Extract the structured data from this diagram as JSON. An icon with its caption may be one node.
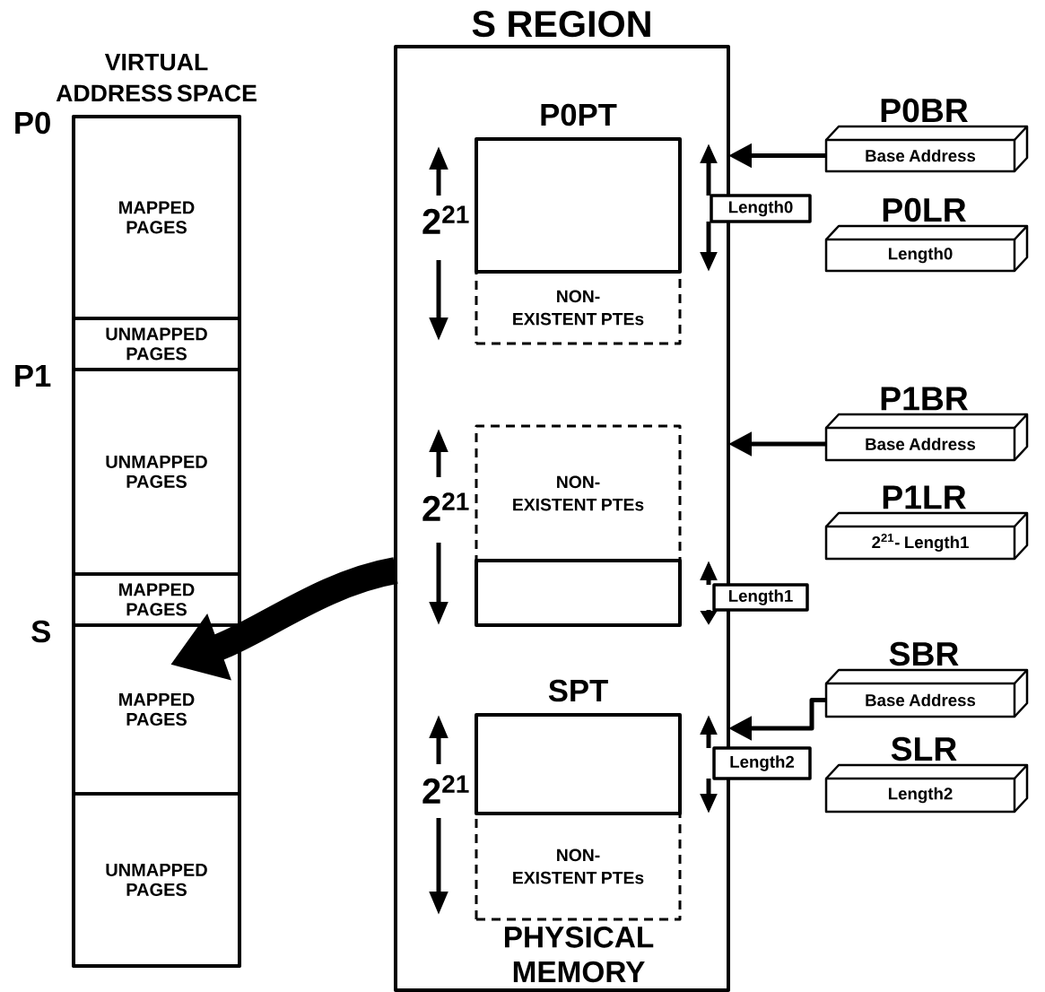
{
  "diagram": {
    "nodes": [
      {
        "text": [
          "VIRTUAL ADDRESS SPACE"
        ]
      },
      {
        "text": [
          "MAPPED PAGES"
        ],
        "in": 0,
        "beside": [
          "P0"
        ]
      },
      {
        "text": [
          "UNMAPPED PAGES"
        ],
        "in": 0
      },
      {
        "text": [
          "UNMAPPED PAGES"
        ],
        "in": 0,
        "beside": [
          "P1"
        ]
      },
      {
        "text": [
          "MAPPED PAGES"
        ],
        "in": 0
      },
      {
        "text": [
          "MAPPED PAGES"
        ],
        "in": 0,
        "beside": [
          "S"
        ]
      },
      {
        "text": [
          "UNMAPPED PAGES"
        ],
        "in": 0
      },
      {
        "text": [
          "S REGION",
          "PHYSICAL MEMORY"
        ]
      },
      {
        "text": [
          "P0PT"
        ],
        "in": 7
      },
      {
        "text": [
          "NON-EXISTENT PTEs"
        ],
        "in": 7
      },
      {
        "text": [
          "NON-EXISTENT PTEs"
        ],
        "in": 7
      },
      {
        "text": [],
        "shape": "box",
        "in": 7
      },
      {
        "text": [
          "SPT"
        ],
        "in": 7
      },
      {
        "text": [
          "NON-EXISTENT PTEs"
        ],
        "in": 7
      },
      {
        "text": [
          "Length0"
        ]
      },
      {
        "text": [
          "Length1"
        ]
      },
      {
        "text": [
          "Length2"
        ]
      },
      {
        "text": [
          "P0BR",
          "Base Address"
        ]
      },
      {
        "text": [
          "P0LR",
          "Length0"
        ]
      },
      {
        "text": [
          "P1BR",
          "Base Address"
        ]
      },
      {
        "text": [
          "P1LR",
          "2$^{21}$- Length1"
        ]
      },
      {
        "text": [
          "SBR",
          "Base Address"
        ]
      },
      {
        "text": [
          "SLR",
          "Length2"
        ]
      }
    ],
    "edges": [
      {
        "from": 17,
        "to": 7,
        "arrow": "to"
      },
      {
        "from": 19,
        "to": 7,
        "arrow": "to"
      },
      {
        "from": 21,
        "to": 7,
        "arrow": "to"
      },
      {
        "from": 7,
        "to": 5,
        "arrow": "to",
        "style": "thick"
      }
    ],
    "labels": [
      "2$^{21}$",
      "2$^{21}$",
      "2$^{21}$"
    ]
  }
}
